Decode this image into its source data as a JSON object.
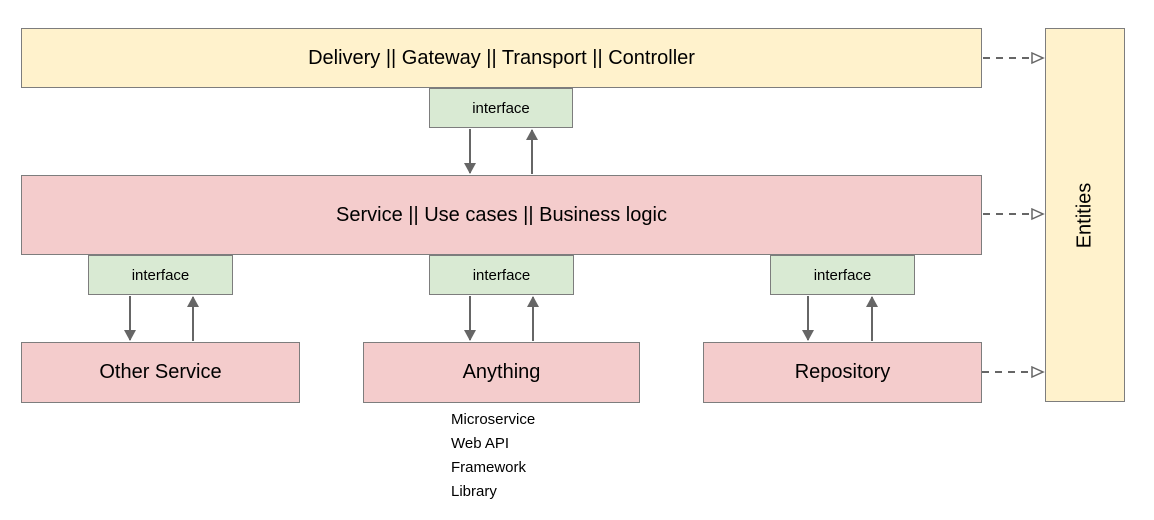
{
  "colors": {
    "background": "#ffffff",
    "text": "#000000",
    "box-yellow": "#fff2cc",
    "box-green": "#d9ead3",
    "box-pink": "#f4cccc",
    "box-border": "#7d7d7d",
    "arrow": "#666666"
  },
  "diagram": {
    "delivery_label": "Delivery || Gateway || Transport || Controller",
    "service_label": "Service || Use cases || Business logic",
    "other_service_label": "Other Service",
    "anything_label": "Anything",
    "repository_label": "Repository",
    "entities_label": "Entities",
    "interface_top": "interface",
    "interface_left": "interface",
    "interface_middle": "interface",
    "interface_right": "interface",
    "anything_examples": [
      "Microservice",
      "Web API",
      "Framework",
      "Library"
    ]
  }
}
